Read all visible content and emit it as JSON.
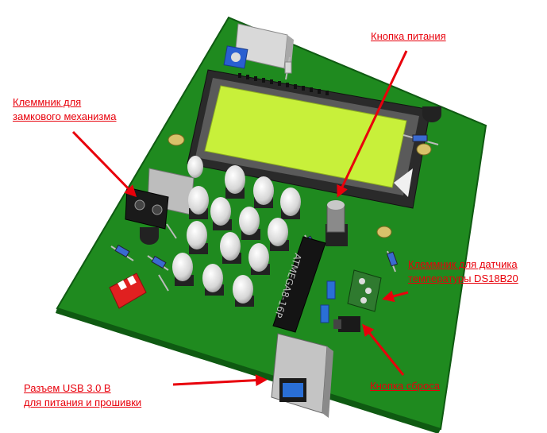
{
  "colors": {
    "pcb": "#1f8a1f",
    "pcb_edge": "#0f5a12",
    "lcd_screen": "#c8f03a",
    "label": "#e8000b",
    "button_cap": "#e6e6e6",
    "black_part": "#1a1a1a",
    "dip_switch": "#e02020",
    "usb_blue": "#2a6fd6"
  },
  "chip_marking": "ATMEGA8-16P",
  "callouts": {
    "power_button": {
      "lines": [
        "Кнопка питания"
      ]
    },
    "lock_terminal": {
      "lines": [
        "Клеммник для",
        "замкового механизма"
      ]
    },
    "temp_terminal": {
      "lines": [
        "Клеммник для датчика",
        "температуры DS18B20"
      ]
    },
    "reset_button": {
      "lines": [
        "Кнопка сброса"
      ]
    },
    "usb_connector": {
      "lines": [
        "Разъем USB 3.0 B",
        "для питания и прошивки"
      ]
    }
  }
}
